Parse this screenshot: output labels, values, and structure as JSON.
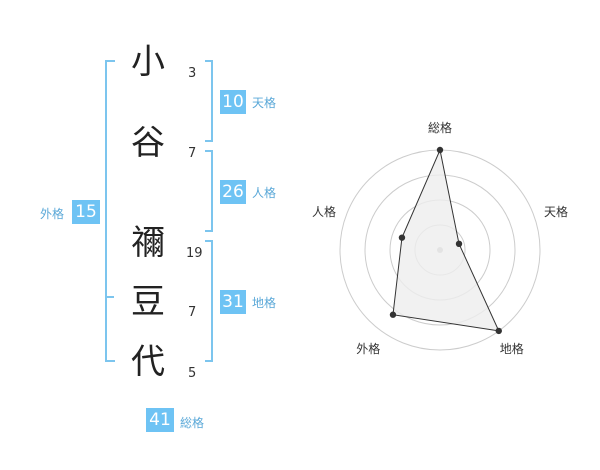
{
  "name": {
    "chars": [
      {
        "char": "小",
        "strokes": "3"
      },
      {
        "char": "谷",
        "strokes": "7"
      },
      {
        "char": "禰",
        "strokes": "19"
      },
      {
        "char": "豆",
        "strokes": "7"
      },
      {
        "char": "代",
        "strokes": "5"
      }
    ]
  },
  "fortunes": {
    "tenkaku": {
      "value": "10",
      "label": "天格"
    },
    "jinkaku": {
      "value": "26",
      "label": "人格"
    },
    "chikaku": {
      "value": "31",
      "label": "地格"
    },
    "gaikaku": {
      "value": "15",
      "label": "外格"
    },
    "soukaku": {
      "value": "41",
      "label": "総格"
    }
  },
  "radar": {
    "axes": [
      {
        "label": "総格",
        "value": 1.0
      },
      {
        "label": "天格",
        "value": 0.2
      },
      {
        "label": "地格",
        "value": 1.0
      },
      {
        "label": "外格",
        "value": 0.8
      },
      {
        "label": "人格",
        "value": 0.4
      }
    ],
    "rings": 4,
    "colors": {
      "ring": "#cccccc",
      "fill": "#eeeeee",
      "line": "#333333",
      "dot": "#333333",
      "center": "#bbbbbb"
    }
  }
}
